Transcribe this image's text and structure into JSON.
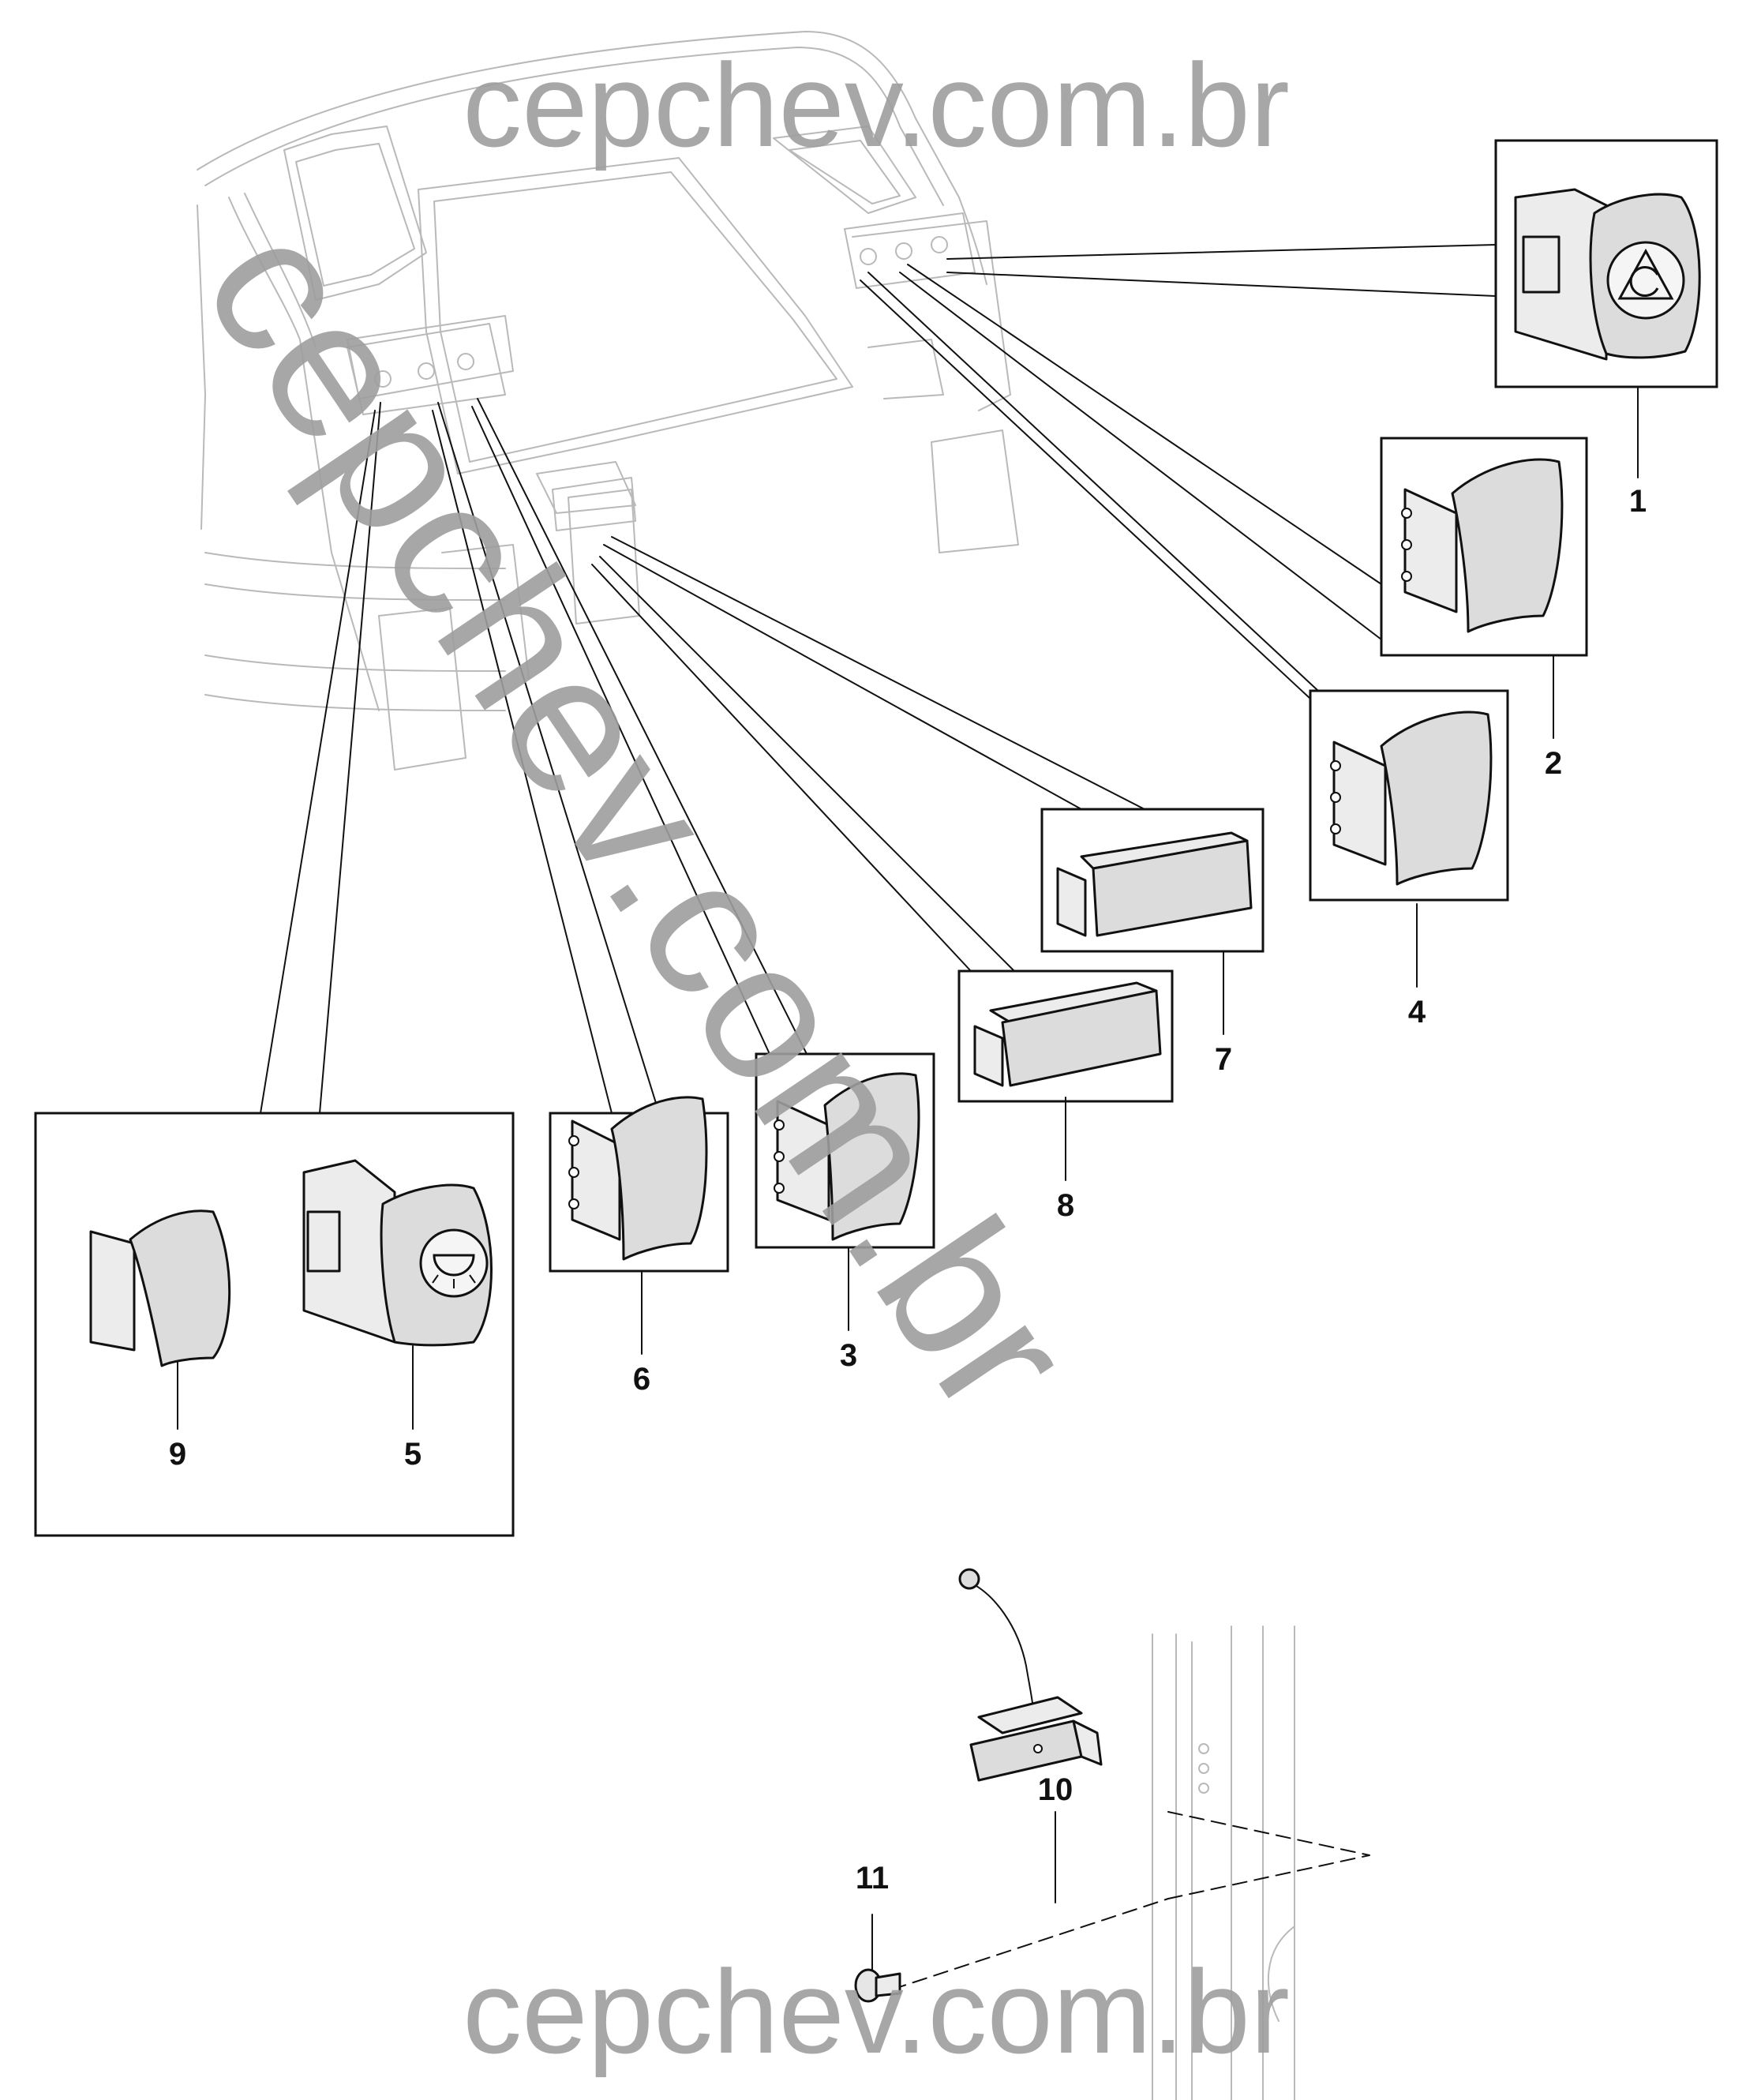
{
  "watermark": {
    "top": "cepchev.com.br",
    "diagonal": "cepchev.com.br",
    "bottom": "cepchev.com.br"
  },
  "callouts": [
    "1",
    "2",
    "3",
    "4",
    "5",
    "6",
    "7",
    "8",
    "9",
    "10",
    "11"
  ],
  "icons": {
    "part_1": "hazard-warning-switch-icon",
    "part_5": "interior-light-switch-icon",
    "parts_2_3_4_6_9": "rocker-switch-icon",
    "parts_7_8": "blank-cover-icon",
    "part_10": "door-contact-switch-icon",
    "part_11": "screw-icon"
  }
}
